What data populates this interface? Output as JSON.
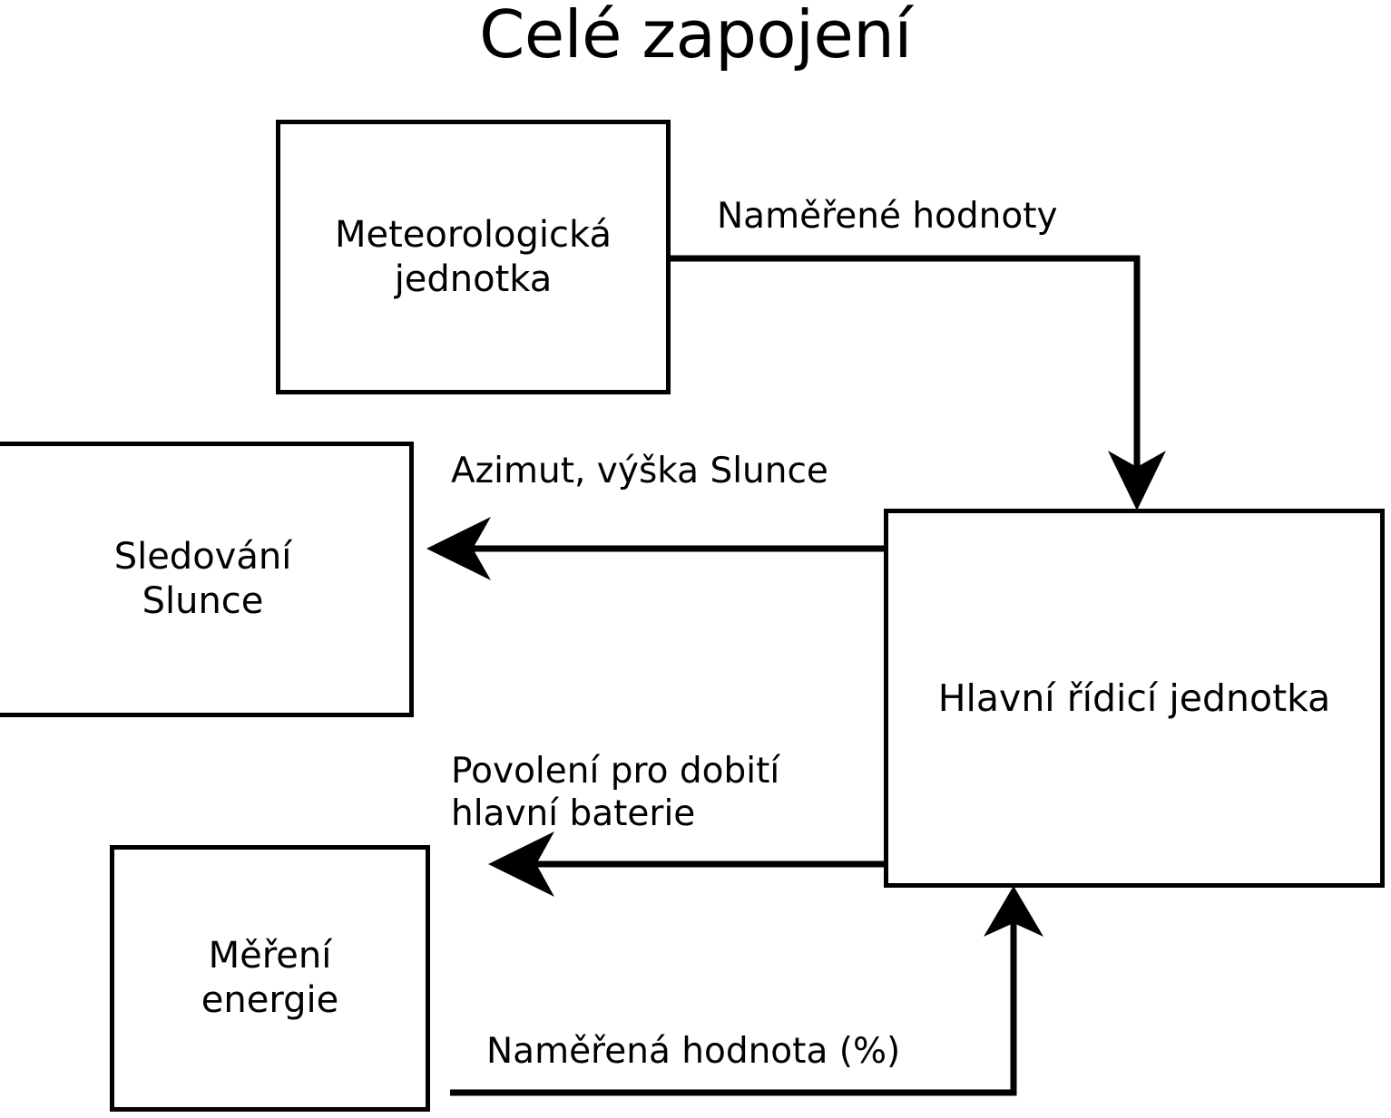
{
  "diagram": {
    "title": "Celé zapojení",
    "nodes": [
      {
        "id": "meteo",
        "label": "Meteorologická\njednotka"
      },
      {
        "id": "sun",
        "label": "Sledování\nSlunce"
      },
      {
        "id": "main",
        "label": "Hlavní řídicí jednotka"
      },
      {
        "id": "energy",
        "label": "Měření\nenergie"
      }
    ],
    "edges": [
      {
        "id": "measured-values",
        "label": "Naměřené hodnoty",
        "from": "meteo",
        "to": "main",
        "style": "orthogonal-right-down"
      },
      {
        "id": "azimuth",
        "label": "Azimut, výška Slunce",
        "from": "main",
        "to": "sun",
        "style": "straight-left"
      },
      {
        "id": "permission",
        "label": "Povolení pro dobití\nhlavní baterie",
        "from": "main",
        "to": "energy",
        "style": "straight-left"
      },
      {
        "id": "measured-pct",
        "label": "Naměřená hodnota (%)",
        "from": "energy",
        "to": "main",
        "style": "orthogonal-right-up"
      }
    ],
    "colors": {
      "stroke": "#000000",
      "fill": "#ffffff",
      "text": "#000000"
    }
  }
}
